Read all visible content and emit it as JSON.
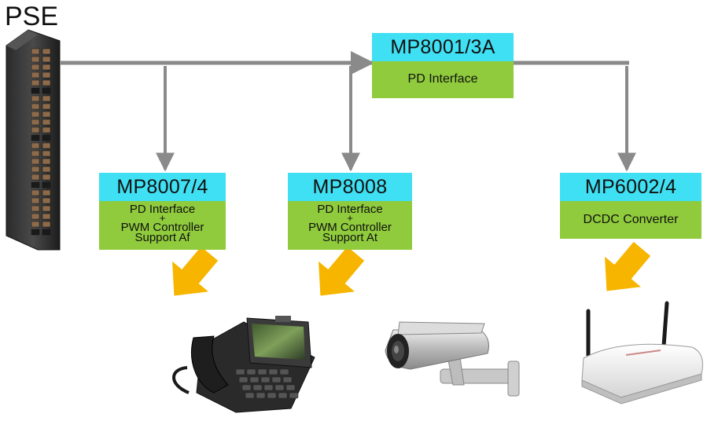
{
  "pse": {
    "label": "PSE"
  },
  "chips": {
    "mp8001": {
      "title": "MP8001/3A",
      "lines": [
        "PD Interface"
      ]
    },
    "mp8007": {
      "title": "MP8007/4",
      "lines": [
        "PD Interface",
        "+",
        "PWM Controller",
        "Support Af"
      ]
    },
    "mp8008": {
      "title": "MP8008",
      "lines": [
        "PD Interface",
        "+",
        "PWM Controller",
        "Support At"
      ]
    },
    "mp6002": {
      "title": "MP6002/4",
      "lines": [
        "DCDC Converter"
      ]
    }
  },
  "colors": {
    "chip_title_bg": "#3fe0f3",
    "chip_body_bg": "#8fcb3c",
    "wire": "#8a8a8a",
    "arrow": "#f7b500"
  },
  "devices": [
    {
      "icon": "ip-phone-icon"
    },
    {
      "icon": "security-camera-icon"
    },
    {
      "icon": "wireless-router-icon"
    }
  ]
}
